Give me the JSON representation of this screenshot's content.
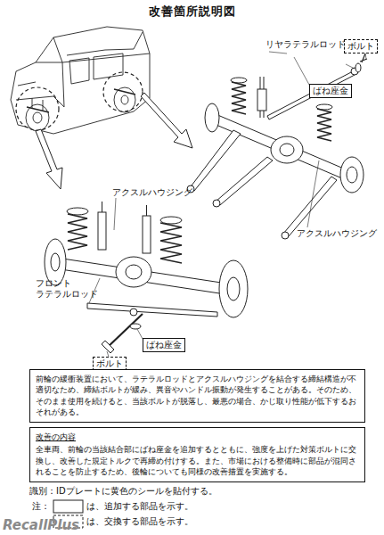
{
  "diagram": {
    "title": "改善箇所説明図",
    "nodes": [
      {
        "text": [
          "ばね座金"
        ]
      },
      {
        "text": [
          "ボルト"
        ]
      },
      {
        "text": [
          "ばね座金"
        ]
      },
      {
        "text": [
          "ボルト"
        ]
      },
      {
        "text": [
          "前輪の緩衝装置において、ラテラルロッドとアクスルハウジングを結合する締結構造が不適切なため、締結ボルトが緩み、異音やハンドル振動が発生することがある。そのため、そのまま使用を続けると、当該ボルトが脱落し、最悪の場合、かじ取り性能が低下するおそれがある。"
        ]
      },
      {
        "text": [
          "改善の内容",
          "全車両、前輪の当該結合部にばね座金を追加するとともに、強度を上げた対策ボルトに交換し、改善した規定トルクで再締め付けする。また、市場における整備時に部品が混同されることを防止するため、後輪についても同様の改善措置を実施する。"
        ]
      }
    ],
    "labels": [
      "リヤラテラルロッド",
      "アクスルハウジング",
      "アクスルハウジング",
      "フロント ラテラルロッド",
      "識別：IDプレートに黄色のシールを貼付する。",
      "注：",
      "は、追加する部品を示す。",
      "は、交換する部品を示す。",
      "RecallPlus"
    ]
  }
}
